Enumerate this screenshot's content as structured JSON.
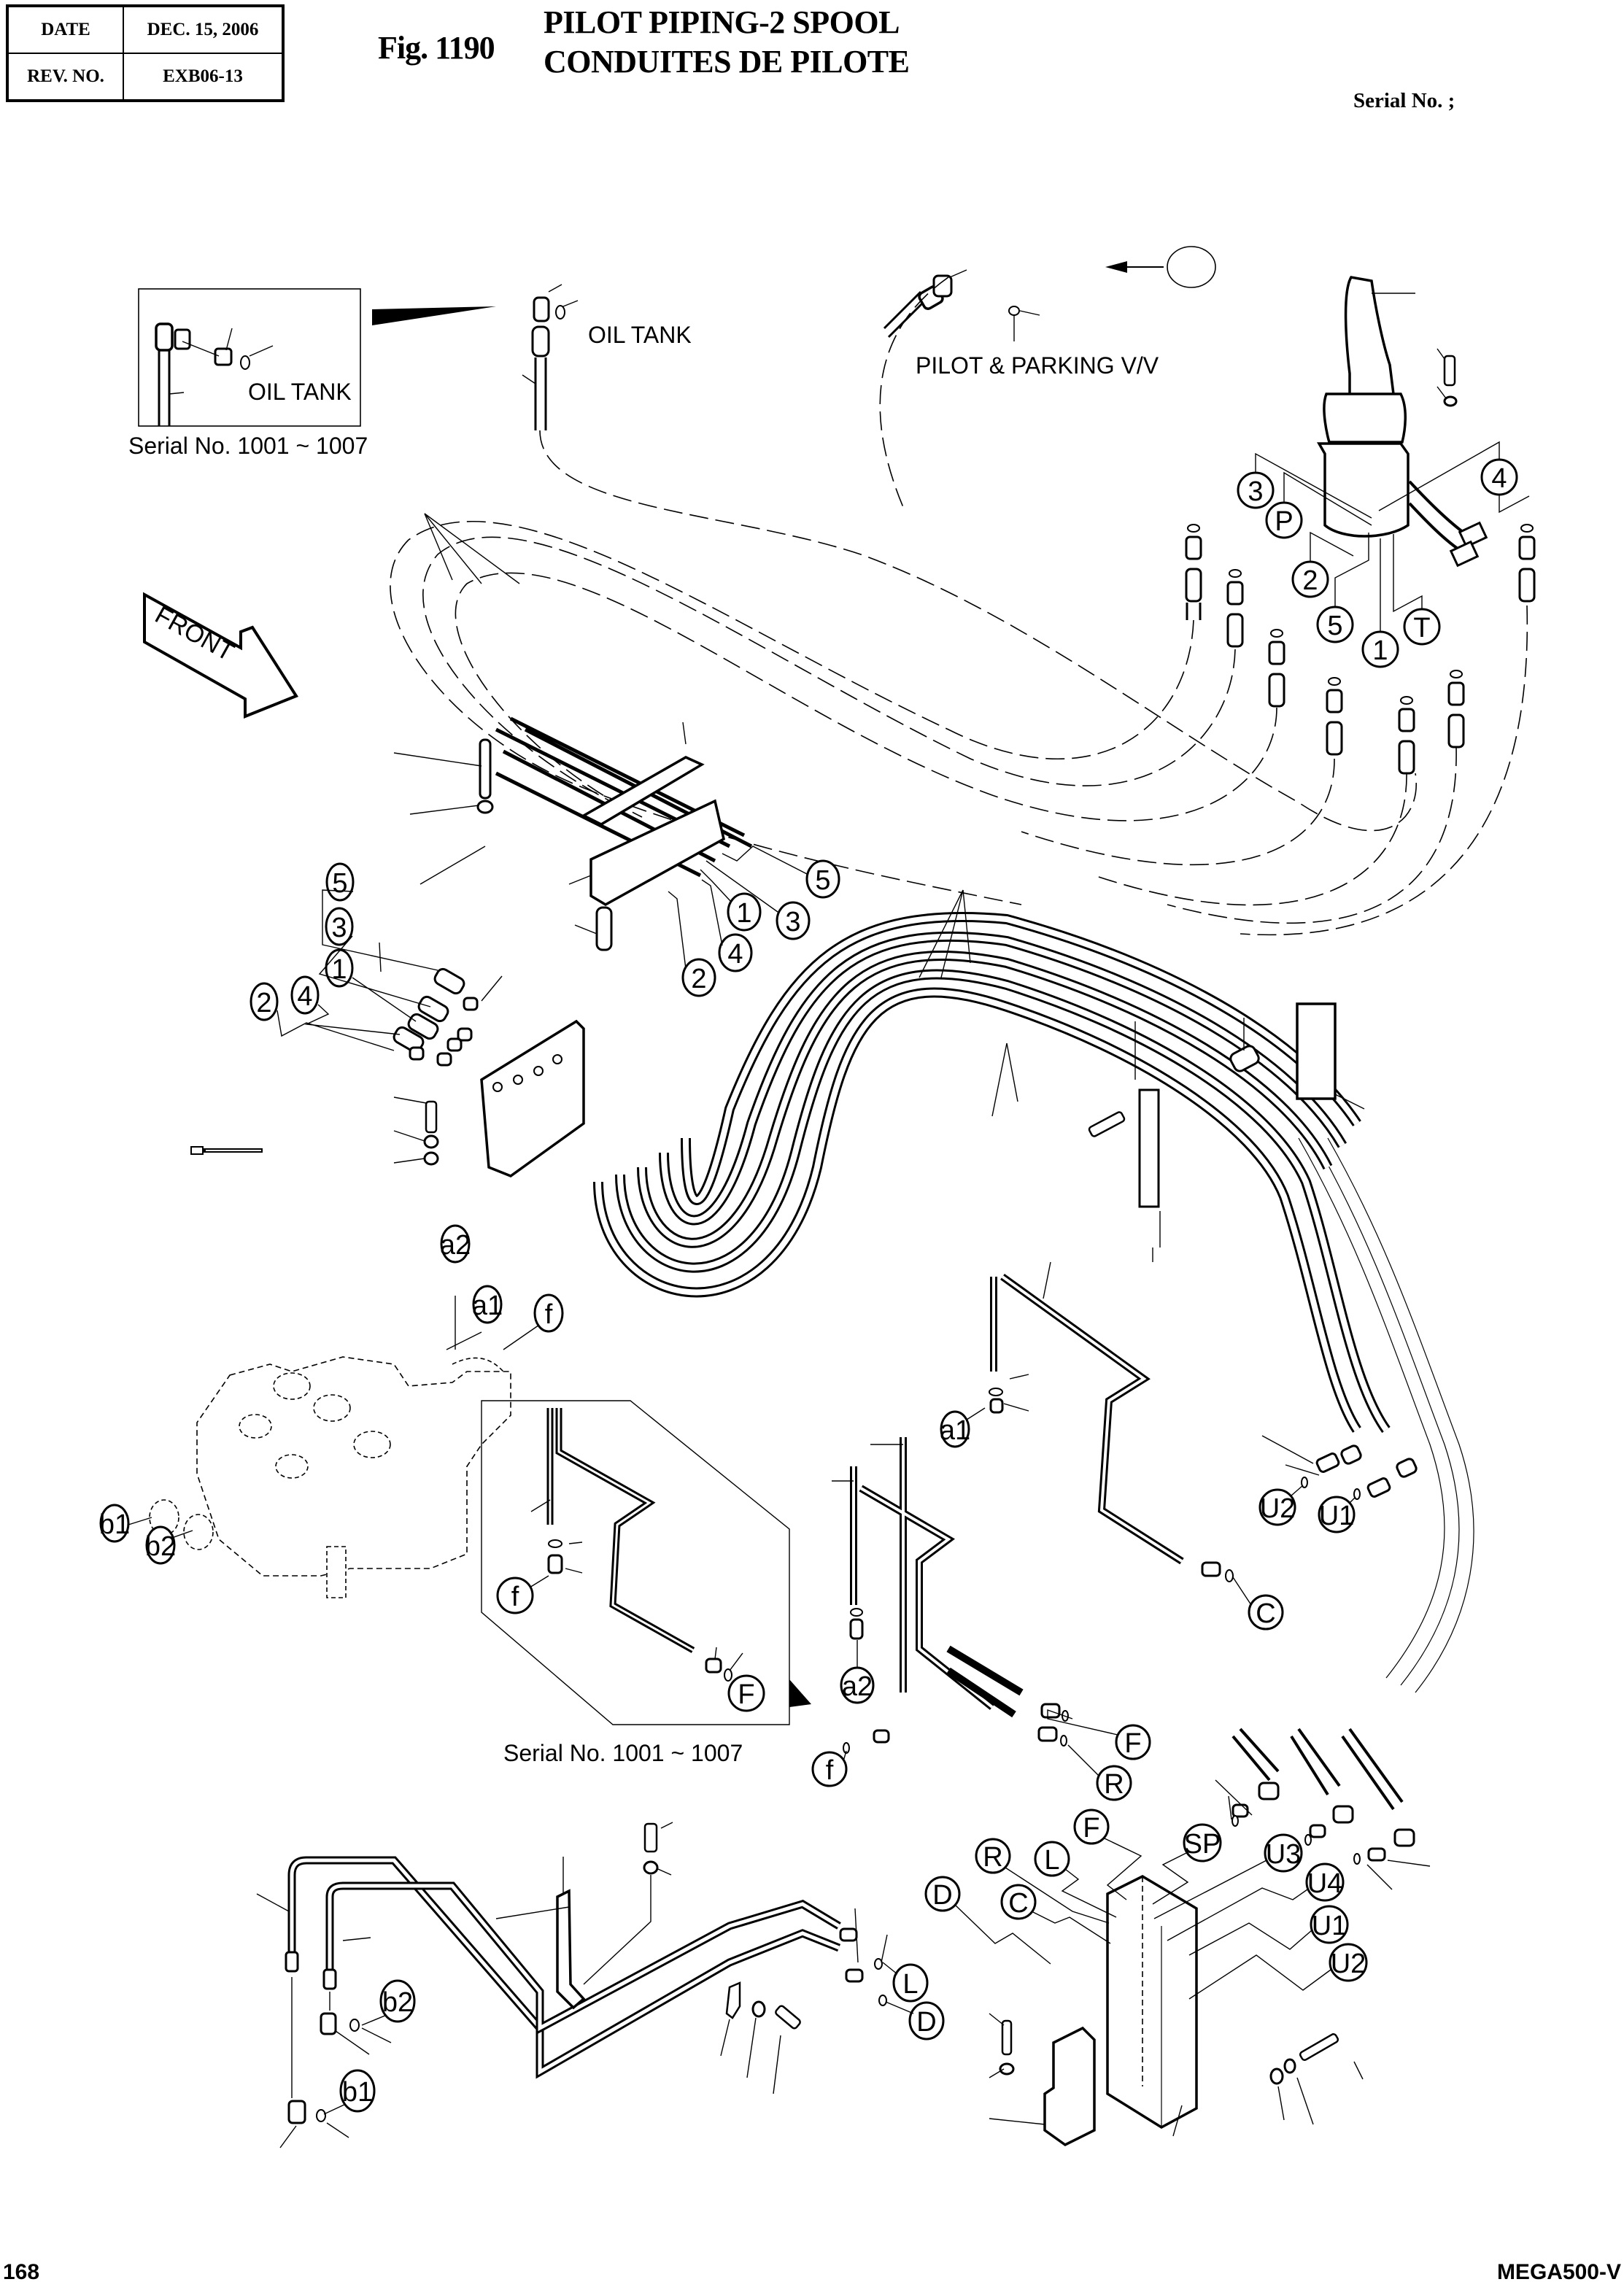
{
  "header": {
    "date_label": "DATE",
    "date_value": "DEC. 15, 2006",
    "rev_label": "REV. NO.",
    "rev_value": "EXB06-13",
    "figure_number": "Fig. 1190",
    "title_en": "PILOT PIPING-2 SPOOL",
    "title_fr": "CONDUITES DE PILOTE",
    "serial_label": "Serial No. ;"
  },
  "footer": {
    "page_number": "168",
    "model": "MEGA500-V"
  },
  "annotations": {
    "oil_tank_inset": "OIL TANK",
    "oil_tank_main": "OIL TANK",
    "inset_serial_top": "Serial No. 1001 ~ 1007",
    "pilot_parking": "PILOT & PARKING V/V",
    "front_arrow": "FRONT",
    "inset_serial_middle": "Serial No. 1001 ~ 1007"
  },
  "joystick_ports": [
    "3",
    "P",
    "2",
    "5",
    "1",
    "T",
    "4"
  ],
  "junction_block_ports": [
    "5",
    "1",
    "3",
    "4",
    "2"
  ],
  "bracket_ports": [
    "5",
    "3",
    "1",
    "4",
    "2"
  ],
  "control_valve_ports": [
    "a2",
    "a1",
    "f",
    "b1",
    "b2"
  ],
  "inset_ports": [
    "f",
    "F"
  ],
  "center_ports": [
    "a1",
    "a2",
    "f",
    "C",
    "F",
    "R"
  ],
  "right_ports": [
    "U2",
    "U1"
  ],
  "manifold_ports": [
    "R",
    "L",
    "F",
    "SP",
    "U3",
    "U4",
    "D",
    "C",
    "U1",
    "U2"
  ],
  "lower_pipe_ports": [
    "b2",
    "b1",
    "L",
    "D"
  ]
}
